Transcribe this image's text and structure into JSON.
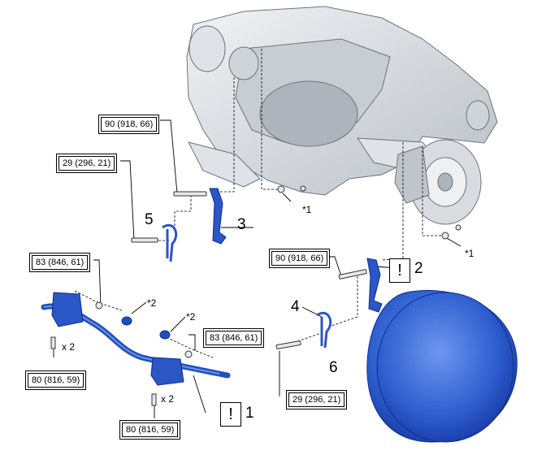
{
  "torque_specs": {
    "t1": "90 (918, 66)",
    "t2": "29 (296, 21)",
    "t3": "83 (846, 61)",
    "t4": "90 (918, 66)",
    "t5": "83 (846, 61)",
    "t6": "80 (816, 59)",
    "t7": "29 (296, 21)",
    "t8": "80 (816, 59)"
  },
  "callouts": {
    "c1": "1",
    "c2": "2",
    "c3": "3",
    "c4": "4",
    "c5": "5",
    "c6": "6"
  },
  "notes": {
    "n1": "*1",
    "n2": "*1",
    "n3": "*2",
    "n4": "*2"
  },
  "quantities": {
    "q1": "x 2",
    "q2": "x 2"
  },
  "warning_symbol": "!",
  "colors": {
    "part_blue": "#1f4fbf",
    "part_blue_dark": "#0c2f8a",
    "grease_light": "#4f7fe6",
    "grease_dark": "#1737a8",
    "chassis_gray": "#d9dde2",
    "line": "#000000"
  }
}
